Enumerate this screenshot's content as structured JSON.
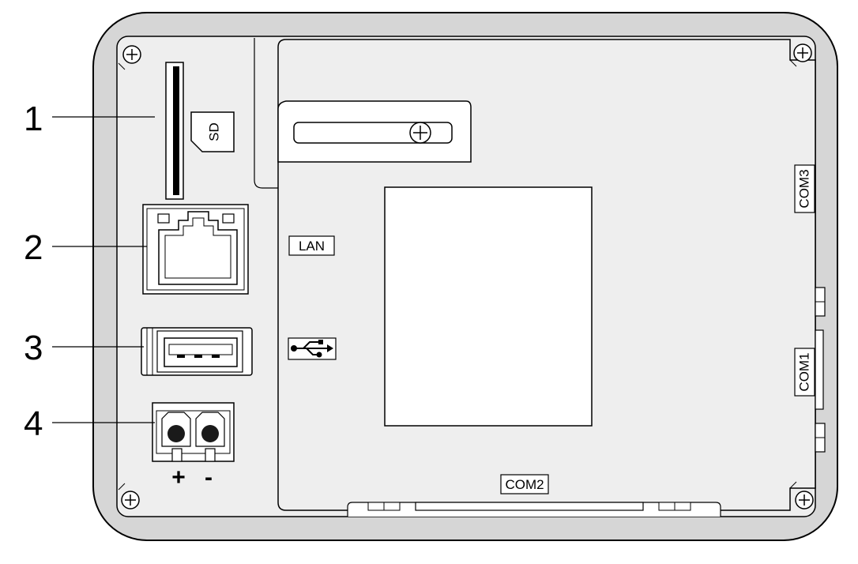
{
  "callouts": [
    {
      "number": "1",
      "target": "sd-card-slot"
    },
    {
      "number": "2",
      "target": "lan-port"
    },
    {
      "number": "3",
      "target": "usb-port"
    },
    {
      "number": "4",
      "target": "power-terminal"
    }
  ],
  "labels": {
    "sd": "SD",
    "lan": "LAN",
    "com1": "COM1",
    "com2": "COM2",
    "com3": "COM3",
    "plus": "+",
    "minus": "-"
  },
  "icons": {
    "usb": "usb-icon",
    "screw": "screw-icon"
  },
  "colors": {
    "frame": "#d6d6d6",
    "panel": "#eeeeee",
    "stroke": "#000000",
    "terminal": "#1a1a1a"
  }
}
